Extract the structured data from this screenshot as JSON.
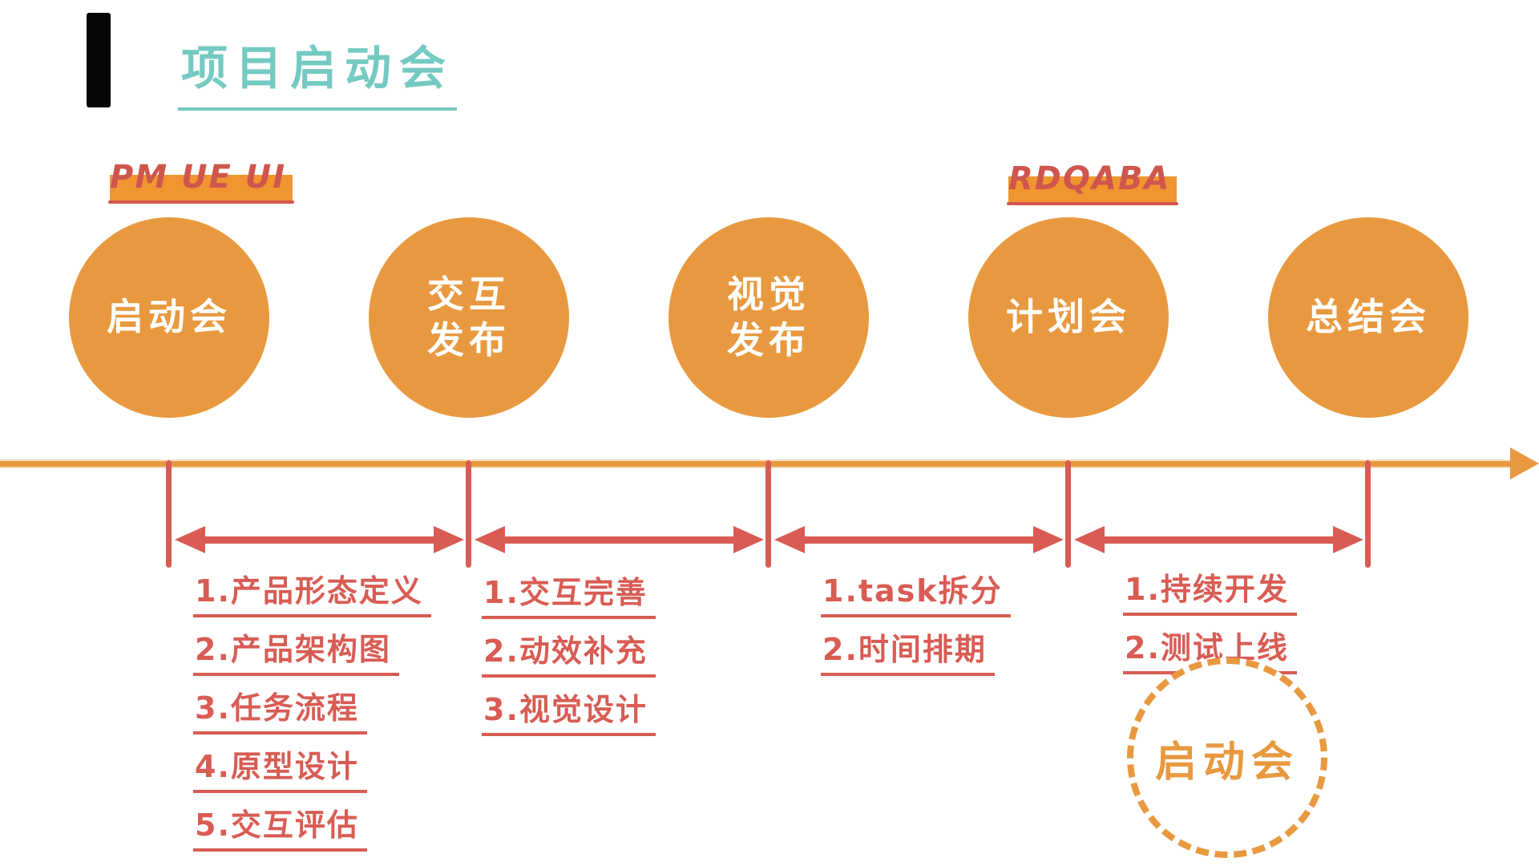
{
  "header": {
    "title": "项目启动会"
  },
  "annotations": {
    "left": {
      "text": "PM UE UI"
    },
    "right": {
      "text": "RDQABA"
    }
  },
  "milestones": [
    {
      "lines": [
        "启动会"
      ]
    },
    {
      "lines": [
        "交互",
        "发布"
      ]
    },
    {
      "lines": [
        "视觉",
        "发布"
      ]
    },
    {
      "lines": [
        "计划会"
      ]
    },
    {
      "lines": [
        "总结会"
      ]
    }
  ],
  "task_groups": [
    {
      "items": [
        "1.产品形态定义",
        "2.产品架构图",
        "3.任务流程",
        "4.原型设计",
        "5.交互评估"
      ]
    },
    {
      "items": [
        "1.交互完善",
        "2.动效补充",
        "3.视觉设计"
      ]
    },
    {
      "items": [
        "1.task拆分",
        "2.时间排期"
      ]
    },
    {
      "items": [
        "1.持续开发",
        "2.测试上线"
      ]
    }
  ],
  "dotted_circle": {
    "label": "启动会"
  },
  "colors": {
    "circle_orange": "#e8993f",
    "highlight_orange": "#f0952f",
    "marker_red": "#d85c54",
    "title_teal": "#74cac2",
    "accent_black": "#070707",
    "circle_text": "#ffffff"
  }
}
